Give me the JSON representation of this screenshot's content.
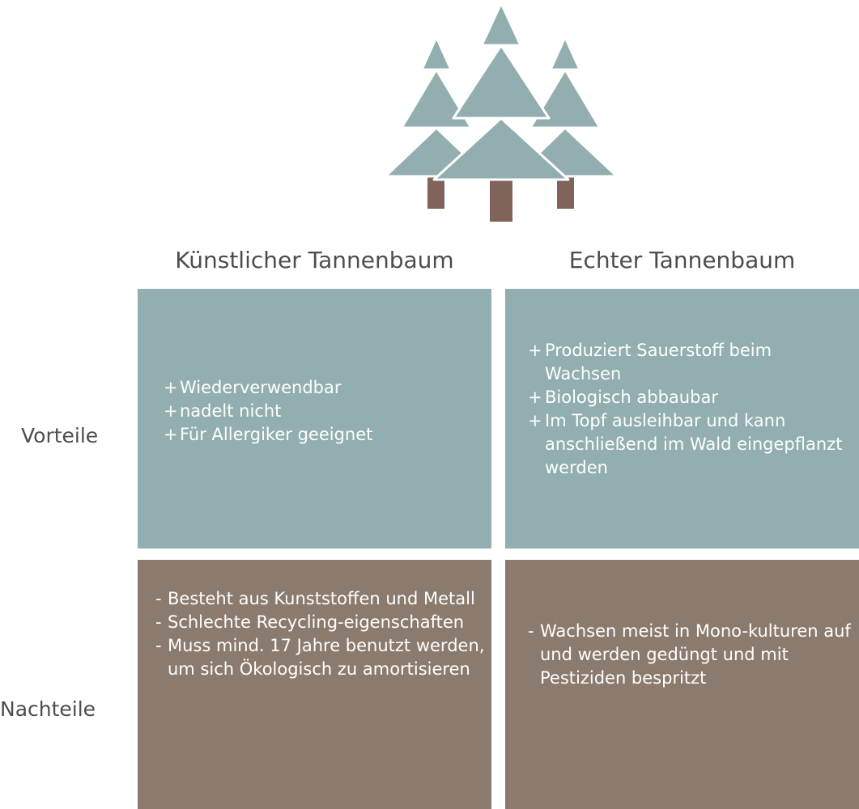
{
  "colors": {
    "tree_green": "#92aeb0",
    "trunk_brown": "#80635a",
    "pro_cell": "#92aeb0",
    "con_cell": "#8b7b6e",
    "text_dark": "#4d4d4d"
  },
  "header": {
    "icon": "fir-trees-icon",
    "col_artificial": "Künstlicher Tannenbaum",
    "col_real": "Echter Tannenbaum"
  },
  "rows": {
    "pros": "Vorteile",
    "cons": "Nachteile"
  },
  "cells": {
    "artificial_pros": [
      {
        "mark": "+",
        "text": "Wiederverwendbar"
      },
      {
        "mark": "+",
        "text": "nadelt nicht"
      },
      {
        "mark": "+",
        "text": "Für Allergiker geeignet"
      }
    ],
    "real_pros": [
      {
        "mark": "+",
        "text": "Produziert Sauerstoff beim Wachsen"
      },
      {
        "mark": "+",
        "text": "Biologisch abbaubar"
      },
      {
        "mark": "+",
        "text": "Im Topf ausleihbar und kann anschließend im Wald eingepflanzt werden"
      }
    ],
    "artificial_cons": [
      {
        "mark": "-",
        "text": "Besteht aus Kunststoffen und Metall"
      },
      {
        "mark": "-",
        "text": "Schlechte Recycling-eigenschaften"
      },
      {
        "mark": "-",
        "text": "Muss mind. 17 Jahre benutzt werden, um sich Ökologisch zu amortisieren"
      }
    ],
    "real_cons": [
      {
        "mark": "-",
        "text": "Wachsen meist in Mono-kulturen auf und werden gedüngt und mit Pestiziden bespritzt"
      }
    ]
  }
}
